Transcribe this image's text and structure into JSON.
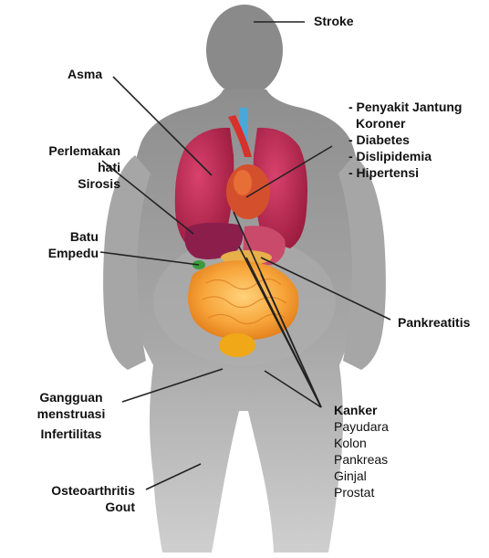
{
  "labels": {
    "stroke": "Stroke",
    "asma": "Asma",
    "perlemakan": [
      "Perlemakan",
      "hati",
      "Sirosis"
    ],
    "batu": [
      "Batu",
      "Empedu"
    ],
    "jantung": [
      "- Penyakit Jantung",
      "Koroner",
      "- Diabetes",
      "- Dislipidemia",
      "- Hipertensi"
    ],
    "pankreatitis": "Pankreatitis",
    "gangguan": [
      "Gangguan",
      "menstruasi",
      "Infertilitas"
    ],
    "osteo": [
      "Osteoarthritis",
      "Gout"
    ],
    "kanker_title": "Kanker",
    "kanker_items": [
      "Payudara",
      "Kolon",
      "Pankreas",
      "Ginjal",
      "Prostat"
    ]
  },
  "colors": {
    "silhouette": "#9a9a9a",
    "silhouette_light": "#c9c9c9",
    "lungs": "#b8224a",
    "heart": "#d4502c",
    "liver": "#8c1e4c",
    "stomach": "#c94a6a",
    "intestine": "#f39a2c",
    "bladder": "#f0a818",
    "leader": "#222222"
  }
}
